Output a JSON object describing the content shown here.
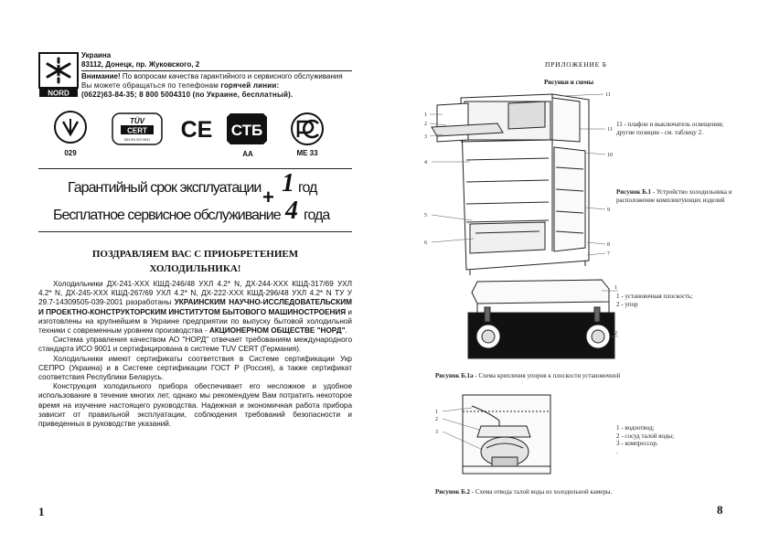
{
  "left_page": {
    "address": {
      "country": "Украина",
      "street": "83112, Донецк, пр. Жуковского, 2",
      "notice_label": "Внимание!",
      "notice_text": "По вопросам качества гарантийного и сервисного обслуживания",
      "line3_a": "Вы можете обращаться по телефонам ",
      "line3_hotline": "горячей линии:",
      "phones": "(0622)63-84-35; 8 800 5004310 (по Украине, бесплатный)."
    },
    "logo_text": "NORD",
    "certs": {
      "ukr_number": "029",
      "tuv_top": "TÜV",
      "tuv_mid": "CERT",
      "tuv_bottom": "DIN EN ISO 9001",
      "ce": "CE",
      "stb": "СТБ",
      "stb_caption": "AA",
      "gost_caption": "МЕ 33"
    },
    "warranty": {
      "line1": "Гарантийный срок эксплуатации",
      "plus": "+",
      "num1": "1",
      "unit1": "год",
      "line2": "Бесплатное сервисное обслуживание",
      "num2": "4",
      "unit2": "года"
    },
    "congrats_line1": "ПОЗДРАВЛЯЕМ ВАС С ПРИОБРЕТЕНИЕМ",
    "congrats_line2": "ХОЛОДИЛЬНИКА!",
    "para1_a": "Холодильники ДХ-241-ХХХ КШД-246/48 УХЛ 4.2* N, ДХ-244-ХХХ КШД-317/69 УХЛ 4.2* N, ДХ-245-ХХХ КШД-267/69 УХЛ 4.2* N, ДХ-222-ХХХ КШД-296/48 УХЛ 4.2* N ТУ У 29.7-14309505-039-2001 разработаны ",
    "para1_b": "УКРАИНСКИМ НАУЧНО-ИССЛЕДОВАТЕЛЬСКИМ И ПРОЕКТНО-КОНСТРУКТОРСКИМ ИНСТИТУТОМ БЫТОВОГО МАШИНОСТРОЕНИЯ",
    "para1_c": " и изготовлены на крупнейшем в Украине предприятии по выпуску бытовой холодильной техники с современным уровнем производства - ",
    "para1_d": "АКЦИОНЕРНОМ ОБЩЕСТВЕ \"НОРД\"",
    "para1_e": ".",
    "para2": "Система управления качеством АО \"НОРД\" отвечает требованиям международного стандарта ИСО 9001 и сертифицирована в системе TUV CERT (Германия).",
    "para3": "Холодильники имеют сертификаты соответствия в Системе сертификации Укр СЕПРО (Украина) и в Системе сертификации ГОСТ Р (Россия), а также сертификат соответствия Республики Беларусь.",
    "para4": "Конструкция холодильного прибора обеспечивает его несложное и удобное использование в течение многих лет, однако мы рекомендуем Вам потратить некоторое время на изучение настоящего руководства. Надежная и экономичная работа прибора зависит от правильной эксплуатации, соблюдения требований безопасности и приведенных в руководстве указаний.",
    "page_number": "1"
  },
  "right_page": {
    "appendix_title": "ПРИЛОЖЕНИЕ Б",
    "figures_title": "Рисунки и схемы",
    "note_11": "11 - плафон и выключатель освещения;",
    "note_other": "другие позиции - см. таблицу 2.",
    "fig_b1_label": "Рисунок Б.1",
    "fig_b1_text": " - Устройство холодильника и расположение комплектующих изделий",
    "fig_b1a_legend": [
      "1 - установочная плоскость;",
      "2 - упор"
    ],
    "fig_b1a_label": "Рисунок Б.1а",
    "fig_b1a_text": " - Схема крепления упоров к плоскости установочной",
    "fig_b2_legend": [
      "1 - водоотвод;",
      "2 - сосуд талой воды;",
      "3 - компрессор."
    ],
    "fig_b2_dot": ".",
    "fig_b2_label": "Рисунок Б.2",
    "fig_b2_text": " - Схема отвода талой воды из холодильной камеры.",
    "fridge_callouts": [
      "1",
      "2",
      "3",
      "4",
      "5",
      "6",
      "7",
      "8",
      "9",
      "10",
      "11"
    ],
    "stand_callouts": [
      "1",
      "2"
    ],
    "drain_callouts": [
      "1",
      "2",
      "3"
    ],
    "page_number": "8"
  }
}
